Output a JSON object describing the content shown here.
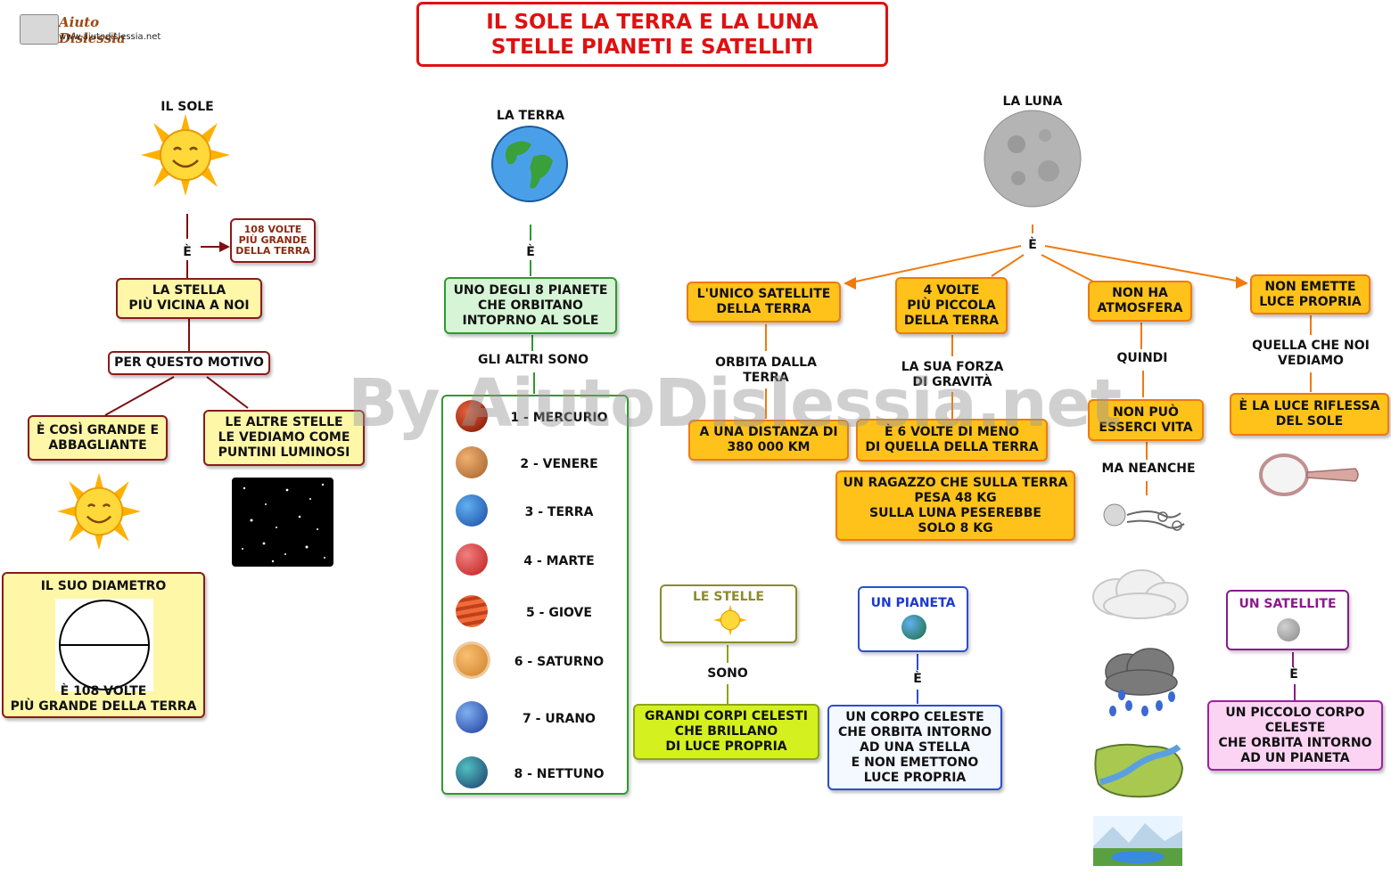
{
  "logo": {
    "name": "Aiuto Dislessia",
    "url": "www.aiutodislessia.net"
  },
  "title": {
    "line1": "IL SOLE LA TERRA E LA LUNA",
    "line2": "STELLE PIANETI E SATELLITI"
  },
  "watermark": "By AiutoDislessia.net",
  "sole": {
    "heading": "IL SOLE",
    "e_label": "È",
    "note": "108 VOLTE\nPIÙ GRANDE\nDELLA TERRA",
    "stella": "LA STELLA\nPIÙ VICINA A NOI",
    "motivo": "PER QUESTO MOTIVO",
    "grande": "È COSÌ GRANDE E\nABBAGLIANTE",
    "altre": "LE ALTRE STELLE\nLE VEDIAMO COME\nPUNTINI LUMINOSI",
    "diametro_title": "IL SUO DIAMETRO",
    "diametro_text": "È 108 VOLTE\nPIÙ GRANDE DELLA TERRA"
  },
  "terra": {
    "heading": "LA TERRA",
    "e_label": "È",
    "pianeta": "UNO DEGLI 8 PIANETE\nCHE ORBITANO\nINTOPRNO AL SOLE",
    "altri": "GLI ALTRI SONO",
    "planets": [
      {
        "name": "1 - MERCURIO",
        "color": "#8b1a0a"
      },
      {
        "name": "2 - VENERE",
        "color": "#c8783a"
      },
      {
        "name": "3 - TERRA",
        "color": "#2a6fd0"
      },
      {
        "name": "4 - MARTE",
        "color": "#e03a3a"
      },
      {
        "name": "5 - GIOVE",
        "color": "#e0502a"
      },
      {
        "name": "6 -  SATURNO",
        "color": "#e89a3a"
      },
      {
        "name": "7 - URANO",
        "color": "#2a5ab0"
      },
      {
        "name": "8 - NETTUNO",
        "color": "#1a6a8a"
      }
    ]
  },
  "luna": {
    "heading": "LA LUNA",
    "e_label": "È",
    "satellite": "L'UNICO SATELLITE\nDELLA TERRA",
    "orbita": "ORBITA DALLA\nTERRA",
    "distanza": "A UNA DISTANZA DI\n380 000 KM",
    "piccola": "4 VOLTE\nPIÙ PICCOLA\nDELLA TERRA",
    "forza": "LA SUA FORZA\nDI GRAVITÀ",
    "gravita": "È 6 VOLTE DI MENO\nDI QUELLA DELLA TERRA",
    "ragazzo": "UN RAGAZZO CHE SULLA TERRA\nPESA 48 KG\nSULLA LUNA PESEREBBE\nSOLO 8 KG",
    "atmosfera": "NON HA\nATMOSFERA",
    "quindi": "QUINDI",
    "vita": "NON PUÒ\nESSERCI VITA",
    "neanche": "MA NEANCHE",
    "luce": "NON EMETTE\nLUCE PROPRIA",
    "vediamo": "QUELLA CHE NOI\nVEDIAMO",
    "riflessa": "È LA LUCE RIFLESSA\nDEL SOLE"
  },
  "defs": {
    "stelle_title": "LE STELLE",
    "stelle_sono": "SONO",
    "stelle_def": "GRANDI CORPI CELESTI\nCHE BRILLANO\nDI LUCE PROPRIA",
    "pianeta_title": "UN PIANETA",
    "pianeta_e": "È",
    "pianeta_def": "UN CORPO CELESTE\nCHE ORBITA INTORNO\nAD UNA STELLA\nE NON EMETTONO\nLUCE PROPRIA",
    "satellite_title": "UN SATELLITE",
    "satellite_e": "È",
    "satellite_def": "UN PICCOLO CORPO\nCELESTE\nCHE ORBITA INTORNO\nAD UN PIANETA"
  },
  "colors": {
    "title_red": "#e01010",
    "sun": "#ffc20e",
    "moon": "#9a9a9a"
  }
}
